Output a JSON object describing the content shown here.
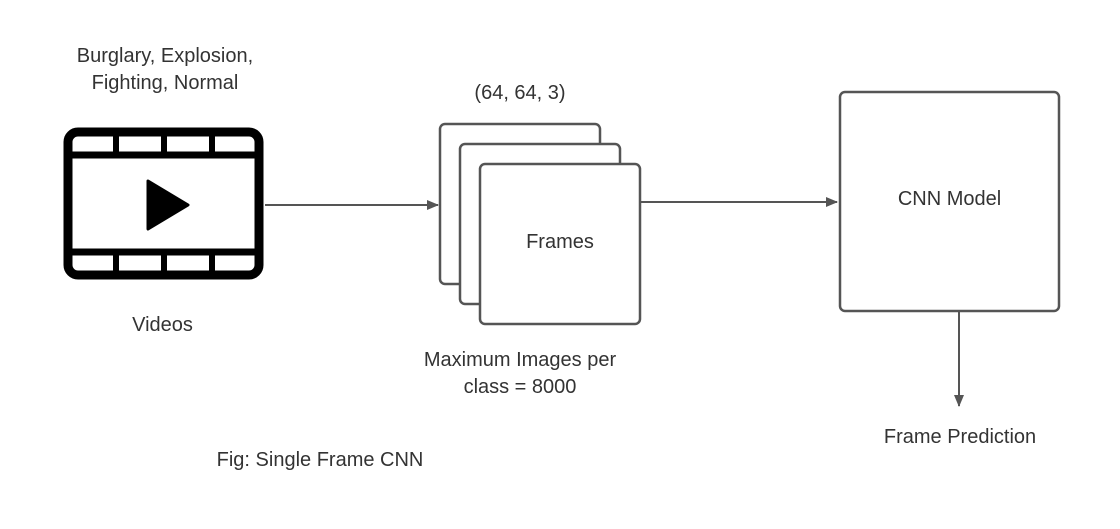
{
  "diagram": {
    "classes_line1": "Burglary, Explosion,",
    "classes_line2": "Fighting, Normal",
    "videos_label": "Videos",
    "frame_shape": "(64, 64, 3)",
    "frames_label": "Frames",
    "max_images_line1": "Maximum Images per",
    "max_images_line2": "class = 8000",
    "model_label": "CNN Model",
    "prediction_label": "Frame Prediction",
    "caption": "Fig: Single Frame CNN"
  },
  "icons": {
    "video": "film-play-icon"
  },
  "colors": {
    "stroke": "#555555",
    "icon": "#000000",
    "text": "#333333"
  }
}
